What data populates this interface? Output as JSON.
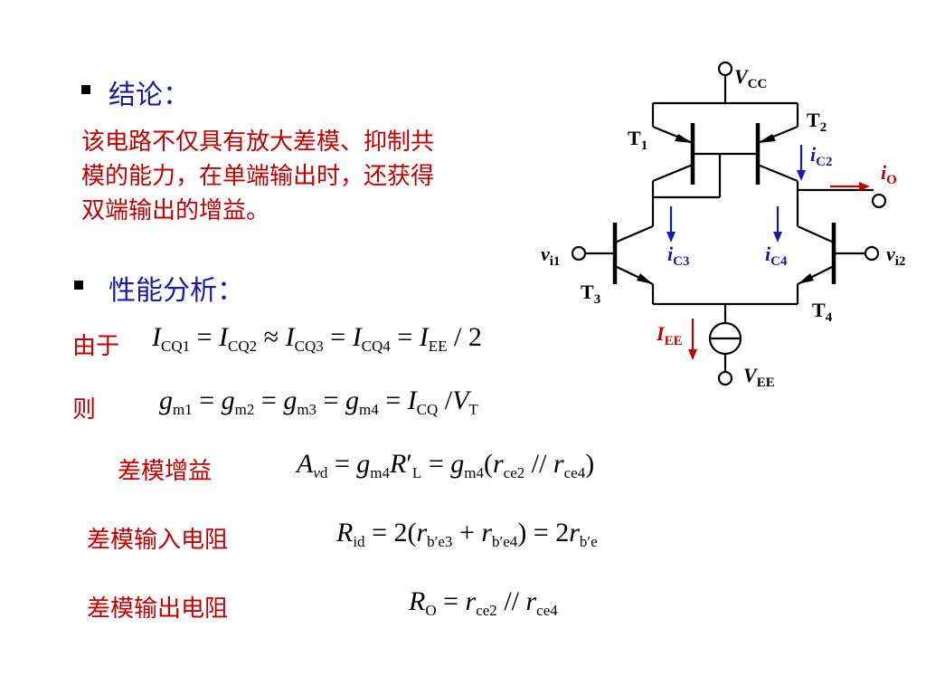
{
  "conclusion": {
    "heading": "结论：",
    "lines": [
      "该电路不仅具有放大差模、抑制共",
      "模的能力，在单端输出时，还获得",
      "双端输出的增益。"
    ]
  },
  "analysis": {
    "heading": "性能分析：",
    "because_label": "由于",
    "then_label": "则"
  },
  "results": {
    "gain_label": "差模增益",
    "rin_label": "差模输入电阻",
    "rout_label": "差模输出电阻"
  },
  "colors": {
    "heading": "#1a1aa6",
    "text": "#c00000",
    "arrow_blue": "#1a1aa6",
    "arrow_red": "#c00000"
  }
}
